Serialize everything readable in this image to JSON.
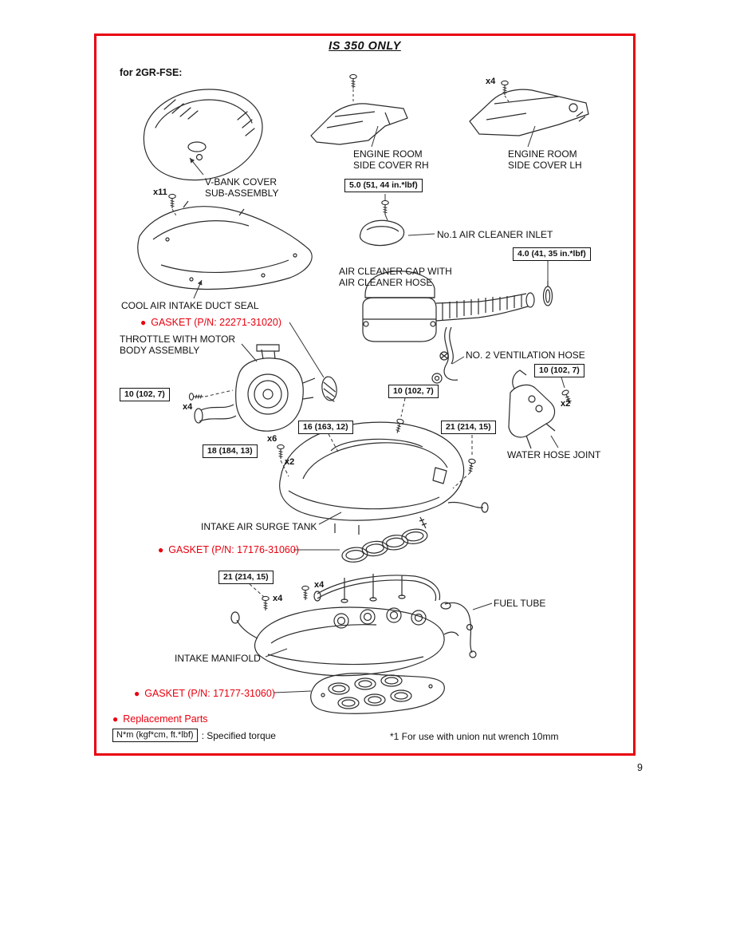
{
  "page": {
    "title": "IS 350 ONLY",
    "subtitle": "for 2GR-FSE:",
    "number": "9"
  },
  "colors": {
    "border_red": "#e8000f",
    "replacement_red": "#e8000f",
    "line_ink": "#2b2b2b"
  },
  "part_labels": {
    "vbank_cover": "V-BANK COVER\nSUB-ASSEMBLY",
    "engine_room_rh": "ENGINE ROOM\nSIDE COVER RH",
    "engine_room_lh": "ENGINE ROOM\nSIDE COVER LH",
    "air_cleaner_inlet": "No.1 AIR CLEANER INLET",
    "air_cleaner_cap": "AIR CLEANER CAP WITH\nAIR CLEANER HOSE",
    "cool_air_duct_seal": "COOL AIR INTAKE DUCT SEAL",
    "throttle_body": "THROTTLE WITH MOTOR\nBODY ASSEMBLY",
    "ventilation_hose": "NO. 2 VENTILATION HOSE",
    "water_hose_joint": "WATER HOSE JOINT",
    "intake_air_surge_tank": "INTAKE AIR SURGE TANK",
    "fuel_tube": "FUEL TUBE",
    "intake_manifold": "INTAKE MANIFOLD"
  },
  "replacement_parts": {
    "bullet": "●",
    "gasket_1": "GASKET (P/N: 22271-31020)",
    "gasket_2": "GASKET (P/N: 17176-31060)",
    "gasket_3": "GASKET (P/N: 17177-31060)",
    "legend": "Replacement Parts"
  },
  "torque_specs": {
    "t_5_0": "5.0 (51, 44 in.*lbf)",
    "t_4_0": "4.0 (41, 35 in.*lbf)",
    "t_10": "10 (102, 7)",
    "t_16": "16 (163, 12)",
    "t_18": "18 (184, 13)",
    "t_21": "21 (214, 15)"
  },
  "multipliers": {
    "top_lh": "x4",
    "duct": "x11",
    "throttle": "x4",
    "water": "x2",
    "surge_bolts": "x6",
    "surge_nuts": "x2",
    "rail_a": "x4",
    "rail_b": "x4"
  },
  "footer": {
    "torque_unit_box": "N*m (kgf*cm, ft.*lbf)",
    "torque_legend": ": Specified torque",
    "footnote": "*1 For use with union nut wrench 10mm"
  }
}
